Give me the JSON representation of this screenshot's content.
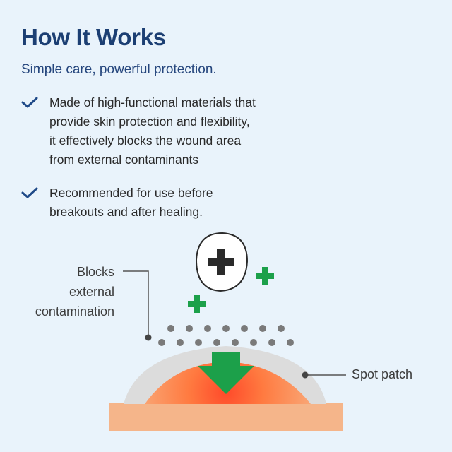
{
  "header": {
    "title": "How It Works",
    "subtitle": "Simple care, powerful protection."
  },
  "features": [
    {
      "icon": "check-icon",
      "lines": [
        "Made of high-functional materials that",
        "provide skin protection and flexibility,",
        "it effectively blocks the wound area",
        "from external contaminants"
      ]
    },
    {
      "icon": "check-icon",
      "lines": [
        "Recommended for use before",
        "breakouts and after healing."
      ]
    }
  ],
  "diagram": {
    "blocks_label": [
      "Blocks",
      "external",
      "contamination"
    ],
    "patch_label": "Spot patch"
  },
  "colors": {
    "title": "#1c3f73",
    "check": "#1f4a88",
    "green": "#1ca04a",
    "skin": "#f5b58a",
    "patch": "#dcdcdc"
  }
}
